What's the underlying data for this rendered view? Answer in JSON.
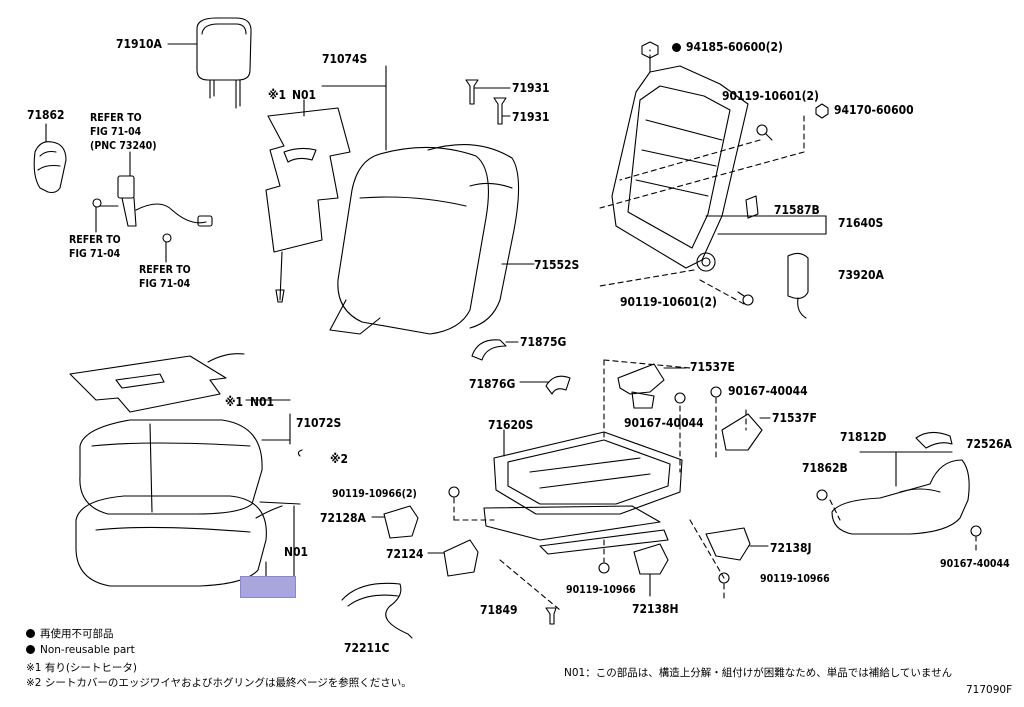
{
  "labels": {
    "p71910A": "71910A",
    "p71074S": "71074S",
    "p71862": "71862",
    "refer1_line1": "REFER TO",
    "refer1_line2": "FIG 71-04",
    "refer1_line3": "(PNC 73240)",
    "refer2_line1": "REFER TO",
    "refer2_line2": "FIG 71-04",
    "refer3_line1": "REFER TO",
    "refer3_line2": "FIG 71-04",
    "n01_top_mark": "※1",
    "n01_top": "N01",
    "p71931a": "71931",
    "p71931b": "71931",
    "p94185": "94185-60600(2)",
    "p90119_10601_top": "90119-10601(2)",
    "p94170": "94170-60600",
    "p71587B": "71587B",
    "p71640S": "71640S",
    "p71552S": "71552S",
    "p73920A": "73920A",
    "p90119_10601_bot": "90119-10601(2)",
    "p71875G": "71875G",
    "p71876G": "71876G",
    "p71537E": "71537E",
    "p90167_40044_a": "90167-40044",
    "p90167_40044_b": "90167-40044",
    "p71537F": "71537F",
    "n01_mid_mark": "※1",
    "n01_mid": "N01",
    "p71072S": "71072S",
    "mark2": "※2",
    "p71620S": "71620S",
    "p71812D": "71812D",
    "p72526A": "72526A",
    "p71862B": "71862B",
    "p90119_10966_2": "90119-10966(2)",
    "p72128A": "72128A",
    "n01_bottom": "N01",
    "p72124": "72124",
    "p72138J": "72138J",
    "p90119_10966_a": "90119-10966",
    "p90119_10966_b": "90119-10966",
    "p72138H": "72138H",
    "p90167_40044_c": "90167-40044",
    "p71849": "71849",
    "p72211C": "72211C"
  },
  "legend": {
    "nonreusable_jp": "再使用不可部品",
    "nonreusable_en": "Non-reusable part",
    "note1": "※1 有り(シートヒータ)",
    "note2": "※2 シートカバーのエッジワイヤおよびホグリングは最終ページを参照ください。",
    "n01_note": "N01：この部品は、構造上分解・組付けが困難なため、単品では補給していません",
    "figure_code": "717090F"
  },
  "colors": {
    "highlight": "#a9a6de",
    "line": "#000000"
  }
}
